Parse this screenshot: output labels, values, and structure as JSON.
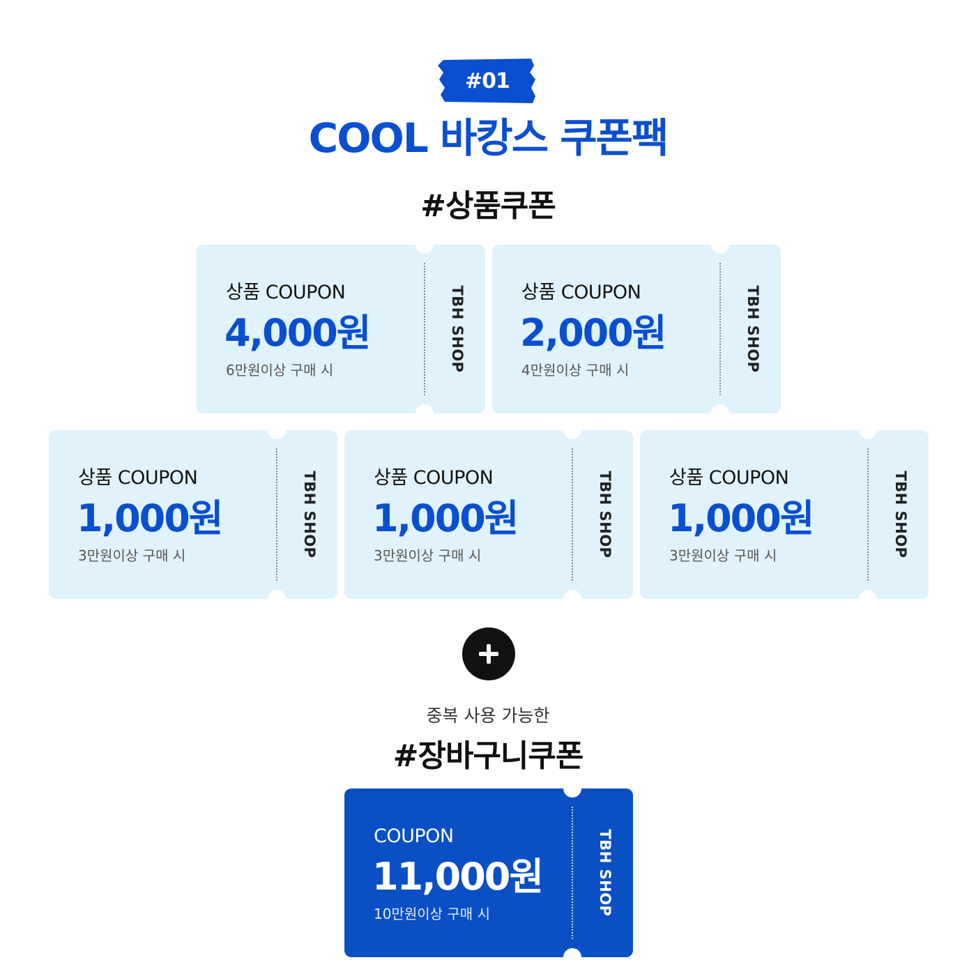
{
  "header": {
    "badge": "#01",
    "title": "COOL 바캉스 쿠폰팩"
  },
  "product_section": {
    "title": "#상품쿠폰",
    "coupons": [
      {
        "label": "상품 COUPON",
        "amount": "4,000원",
        "condition": "6만원이상 구매 시",
        "brand": "TBH SHOP"
      },
      {
        "label": "상품 COUPON",
        "amount": "2,000원",
        "condition": "4만원이상 구매 시",
        "brand": "TBH SHOP"
      },
      {
        "label": "상품 COUPON",
        "amount": "1,000원",
        "condition": "3만원이상 구매 시",
        "brand": "TBH SHOP"
      },
      {
        "label": "상품 COUPON",
        "amount": "1,000원",
        "condition": "3만원이상 구매 시",
        "brand": "TBH SHOP"
      },
      {
        "label": "상품 COUPON",
        "amount": "1,000원",
        "condition": "3만원이상 구매 시",
        "brand": "TBH SHOP"
      }
    ]
  },
  "cart_section": {
    "subtitle": "중복 사용 가능한",
    "title": "#장바구니쿠폰",
    "coupon": {
      "label": "COUPON",
      "amount": "11,000원",
      "condition": "10만원이상 구매 시",
      "brand": "TBH SHOP"
    }
  },
  "colors": {
    "brand_blue": "#0a4fcf",
    "coupon_bg": "#e0f3fc",
    "cart_coupon_bg": "#0a4fc4"
  },
  "icons": {
    "tape": "tape-badge-icon",
    "plus": "plus-icon"
  }
}
